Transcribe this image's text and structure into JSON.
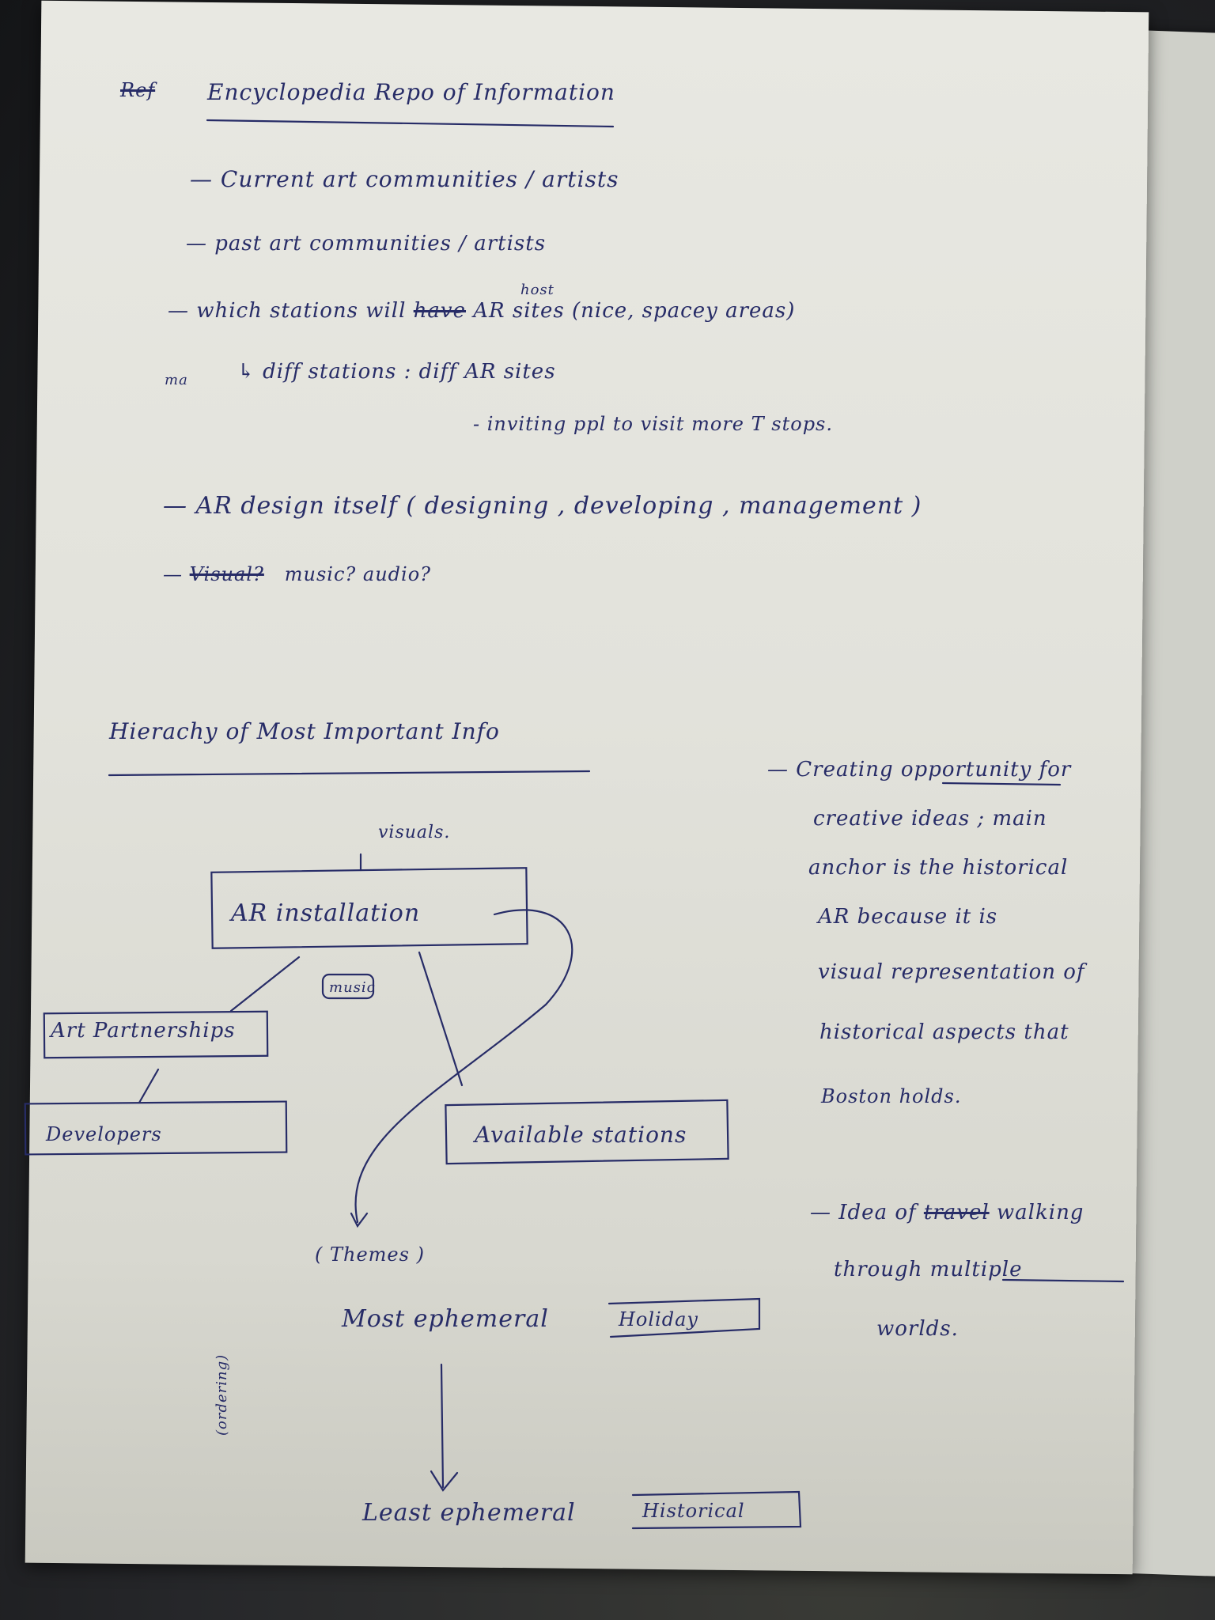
{
  "section1": {
    "prefix_struck": "Ref",
    "title": "Encyclopedia Repo of Information",
    "item1": "Current art communities / artists",
    "item2": "past art communities / artists",
    "item3_a": "which stations will",
    "item3_struck": "have",
    "item3_insert": "host",
    "item3_b": "AR sites (nice, spacey areas)",
    "margin_mark": "ma",
    "item3_sub": "diff stations : diff AR sites",
    "item3_subsub": "- inviting ppl to visit more T stops.",
    "item4": "AR design itself ( designing , developing , management )",
    "item5_struck": "Visual?",
    "item5": "music?   audio?"
  },
  "section2": {
    "title": "Hierachy of Most Important Info",
    "visuals_label": "visuals.",
    "ar_box": "AR installation",
    "music_box": "music",
    "art_box": "Art Partnerships",
    "dev_box": "Developers",
    "stations_box": "Available stations",
    "themes_label": "( Themes )",
    "most_label": "Most ephemeral",
    "holiday_box": "Holiday",
    "least_label": "Least ephemeral",
    "historical_box": "Historical",
    "side_label": "(ordering)"
  },
  "notes": {
    "note1_lines": [
      "— Creating opportunity for",
      "creative ideas ; main",
      "anchor is the historical",
      "AR because it is",
      "visual representation of",
      "historical aspects that",
      "Boston holds."
    ],
    "note2_a": "— Idea of",
    "note2_struck": "travel",
    "note2_b": "walking",
    "note2_lines": [
      "through multiple",
      "worlds."
    ]
  }
}
